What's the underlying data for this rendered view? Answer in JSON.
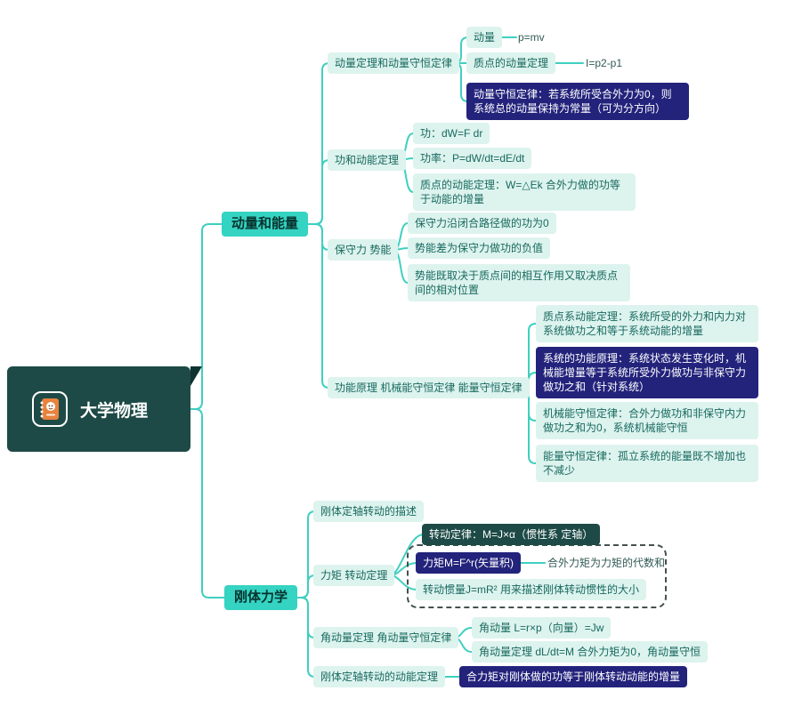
{
  "root": {
    "label": "大学物理"
  },
  "branches": {
    "momentum": "动量和能量",
    "rigid": "刚体力学"
  },
  "nodes": {
    "momentum_theorem": "动量定理和动量守恒定律",
    "momentum_item": "动量",
    "momentum_formula": "p=mv",
    "impulse_theorem": "质点的动量定理",
    "impulse_formula": "I=p2-p1",
    "momentum_conservation": "动量守恒定律：若系统所受合外力为0，则系统总的动量保持为常量（可为分方向）",
    "work_energy": "功和动能定理",
    "work_def": "功：dW=F dr",
    "power_def": "功率：P=dW/dt=dE/dt",
    "kinetic_theorem": "质点的动能定理：W=△Ek 合外力做的功等于动能的增量",
    "conservative_force": "保守力 势能",
    "conservative_loop": "保守力沿闭合路径做的功为0",
    "potential_diff": "势能差为保守力做功的负值",
    "potential_depends": "势能既取决于质点间的相互作用又取决质点间的相对位置",
    "energy_principles": "功能原理 机械能守恒定律 能量守恒定律",
    "system_kinetic": "质点系动能定理：系统所受的外力和内力对系统做功之和等于系统动能的增量",
    "system_work_energy": "系统的功能原理：系统状态发生变化时，机械能增量等于系统所受外力做功与非保守力做功之和（针对系统）",
    "mechanical_conservation": "机械能守恒定律：合外力做功和非保守内力做功之和为0，系统机械能守恒",
    "energy_conservation": "能量守恒定律：孤立系统的能量既不增加也不减少",
    "rigid_description": "刚体定轴转动的描述",
    "torque_theorem": "力矩 转动定理",
    "rotation_law": "转动定律：M=J×α（惯性系 定轴）",
    "torque_def": "力矩M=F^r(矢量积)",
    "torque_sum": "合外力矩为力矩的代数和",
    "moment_inertia": "转动惯量J=mR² 用来描述刚体转动惯性的大小",
    "angular_momentum_theorem": "角动量定理 角动量守恒定律",
    "angular_momentum_def": "角动量 L=r×p（向量）=Jw",
    "angular_momentum_law": "角动量定理 dL/dt=M 合外力矩为0，角动量守恒",
    "rigid_kinetic": "刚体定轴转动的动能定理",
    "torque_work": "合力矩对刚体做的功等于刚体转动动能的增量"
  },
  "icons": {
    "root_icon": "notebook-avatar-icon"
  },
  "colors": {
    "accent_teal": "#35D3C2",
    "dark_teal": "#1D4A46",
    "navy_blue": "#23237C",
    "mint": "#DDF3EE",
    "line_teal": "#3FCFC0"
  }
}
